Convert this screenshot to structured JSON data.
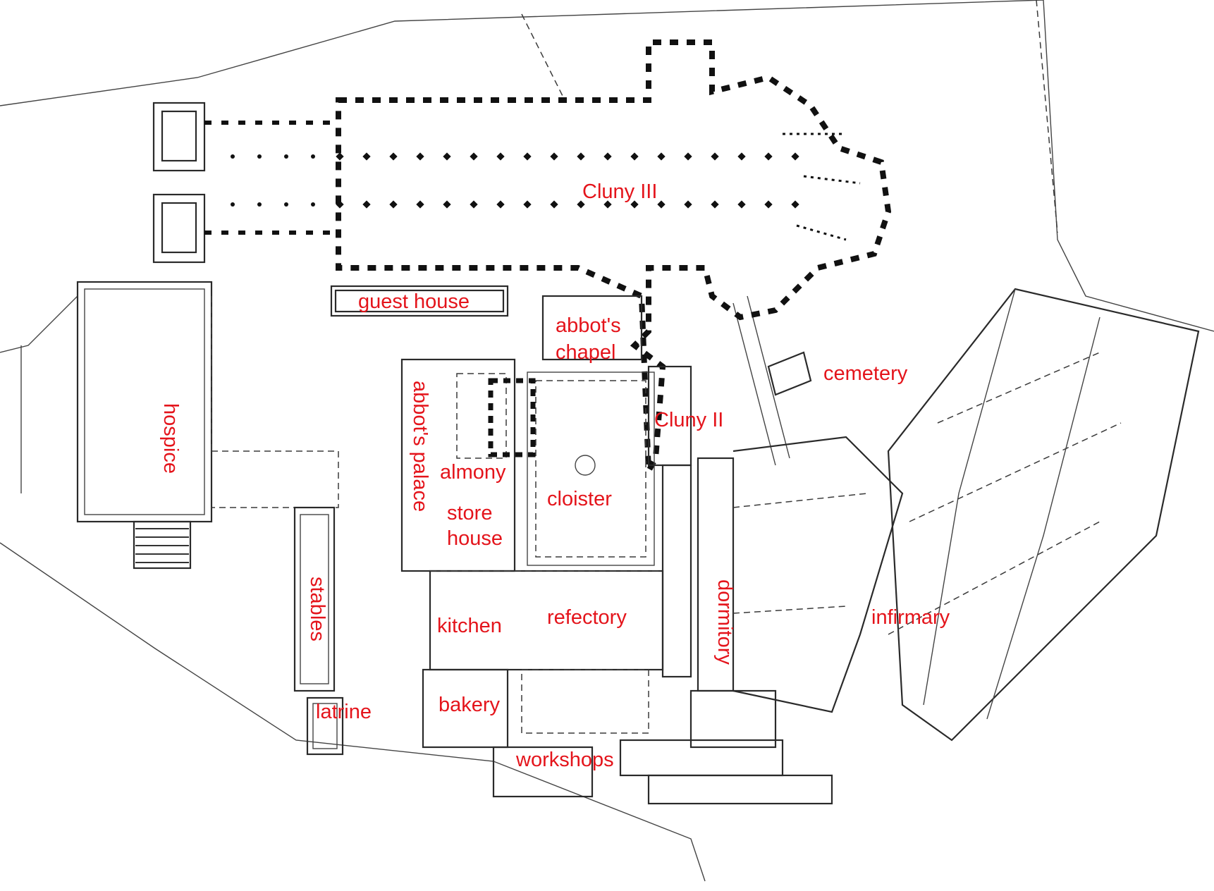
{
  "labels": {
    "cluny3": "Cluny III",
    "cluny2": "Cluny II",
    "guest_house": "guest house",
    "abbots_chapel_line1": "abbot's",
    "abbots_chapel_line2": "chapel",
    "abbots_palace": "abbot's palace",
    "almony": "almony",
    "cloister": "cloister",
    "store_house_line1": "store",
    "store_house_line2": "house",
    "hospice": "hospice",
    "stables": "stables",
    "kitchen": "kitchen",
    "refectory": "refectory",
    "dormitory": "dormitory",
    "cemetery": "cemetery",
    "infirmary": "infirmary",
    "bakery": "bakery",
    "latrine": "latrine",
    "workshops": "workshops"
  },
  "colors": {
    "label": "#e4141b",
    "ink": "#1a1a1a",
    "paper": "#ffffff"
  }
}
